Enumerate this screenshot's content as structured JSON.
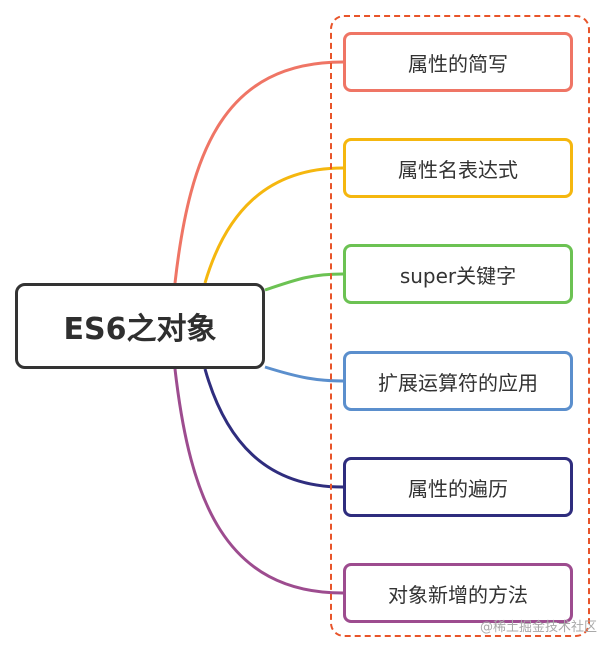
{
  "root": {
    "label": "ES6之对象"
  },
  "branches": [
    {
      "label": "属性的简写",
      "color": "#ef7565"
    },
    {
      "label": "属性名表达式",
      "color": "#f5b70f"
    },
    {
      "label": "super关键字",
      "color": "#6cc253"
    },
    {
      "label": "扩展运算符的应用",
      "color": "#5b8fcd"
    },
    {
      "label": "属性的遍历",
      "color": "#2f2d7e"
    },
    {
      "label": "对象新增的方法",
      "color": "#9d4c8f"
    }
  ],
  "group_frame_color": "#e8542a",
  "watermark": "@稀土掘金技术社区"
}
